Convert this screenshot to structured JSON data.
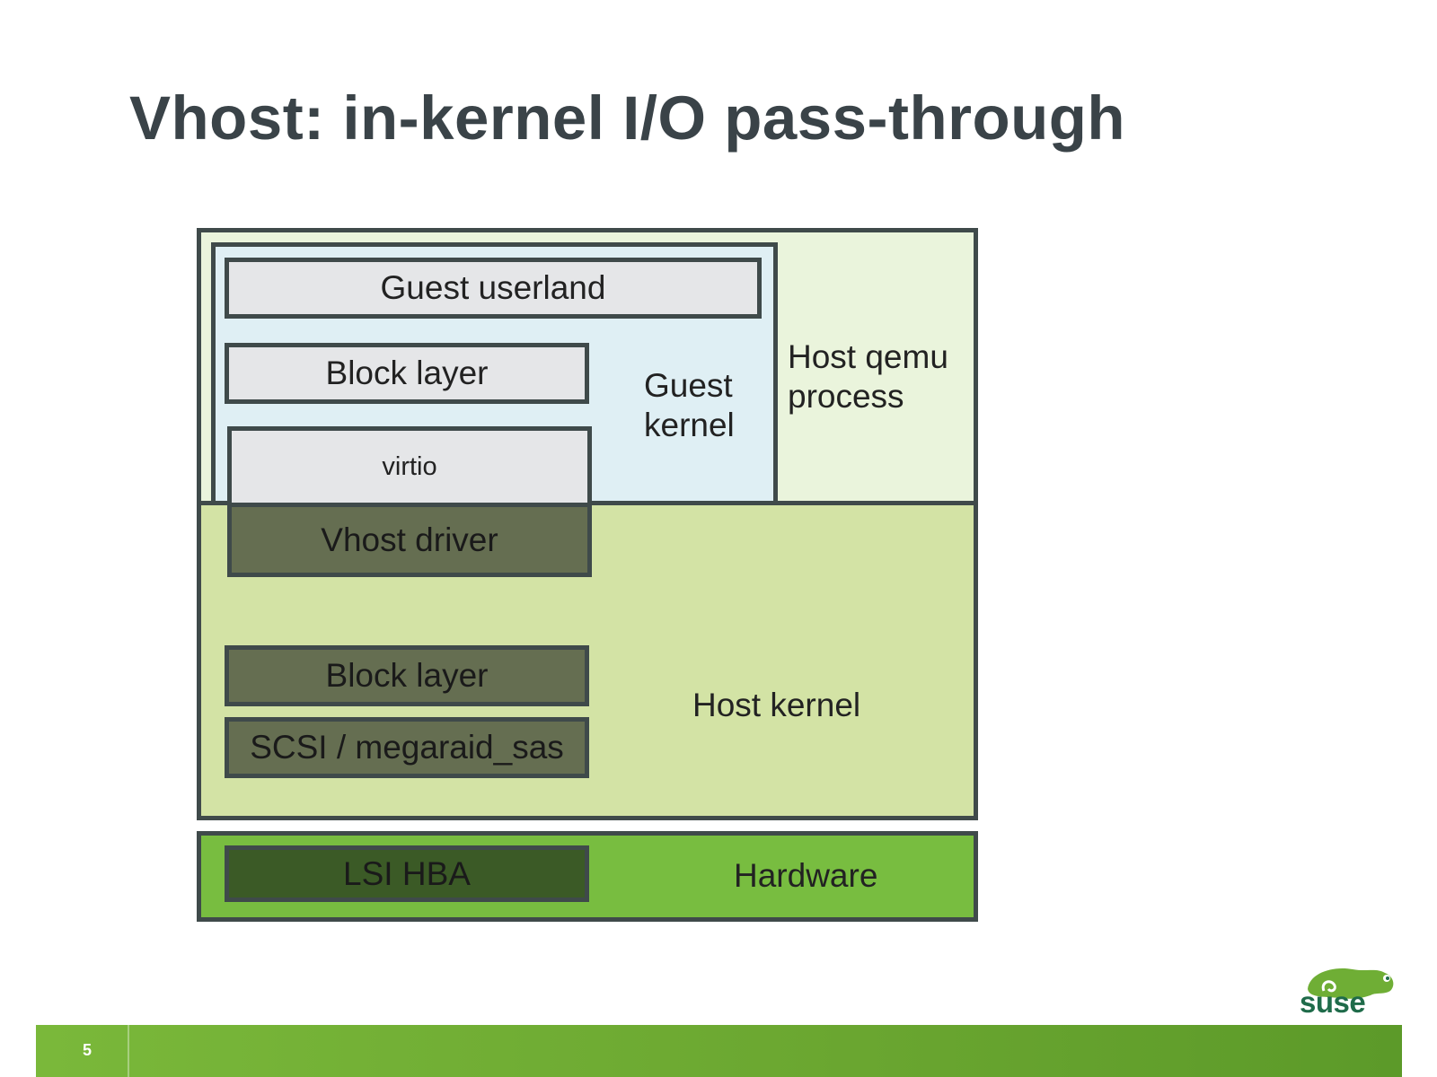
{
  "slide": {
    "title": "Vhost: in-kernel I/O pass-through",
    "page_number": "5"
  },
  "diagram": {
    "host_qemu_label": "Host qemu\nprocess",
    "guest_kernel_label": "Guest\nkernel",
    "host_kernel_label": "Host kernel",
    "hardware_label": "Hardware",
    "boxes": {
      "guest_userland": "Guest userland",
      "guest_block_layer": "Block layer",
      "virtio": "virtio",
      "vhost_driver": "Vhost driver",
      "host_block_layer": "Block layer",
      "scsi": "SCSI / megaraid_sas",
      "lsi_hba": "LSI HBA"
    }
  },
  "logo": {
    "text": "suse"
  },
  "colors": {
    "host_qemu_bg": "#eaf4dc",
    "guest_kernel_bg": "#dfeff4",
    "host_kernel_bg": "#d3e3a5",
    "hardware_bg": "#78bd40",
    "box_light": "#e5e6e8",
    "box_mid": "#656e51",
    "box_dark": "#3b5a26",
    "footer": "#6fae35"
  }
}
